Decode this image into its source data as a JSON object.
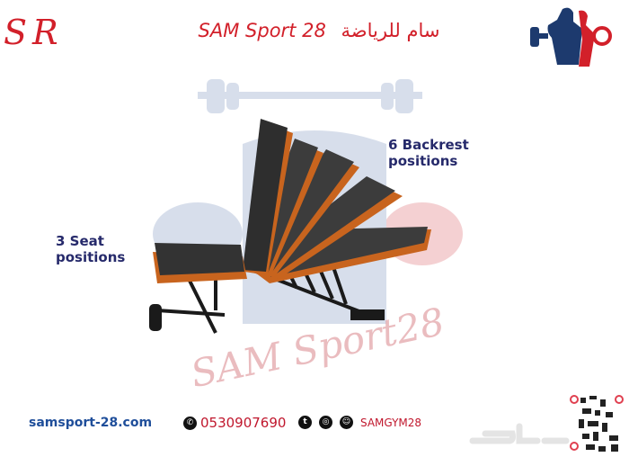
{
  "header": {
    "logo_text": "SR",
    "title_latin": "SAM Sport 28",
    "title_arabic": "سام للرياضة"
  },
  "product": {
    "backrest_label_line1": "6 Backrest",
    "backrest_label_line2": "positions",
    "seat_label_line1": "3 Seat",
    "seat_label_line2": "positions",
    "watermark": "SAM Sport28"
  },
  "footer": {
    "website": "samsport-28.com",
    "phone": "0530907690",
    "handle": "SAMGYM28",
    "icons": [
      "whatsapp-icon",
      "tumblr-icon",
      "instagram-icon",
      "snapchat-icon"
    ]
  },
  "colors": {
    "red": "#d2202a",
    "navy": "#262a6b",
    "orange": "#c8641e",
    "blue": "#1f4e9a"
  }
}
